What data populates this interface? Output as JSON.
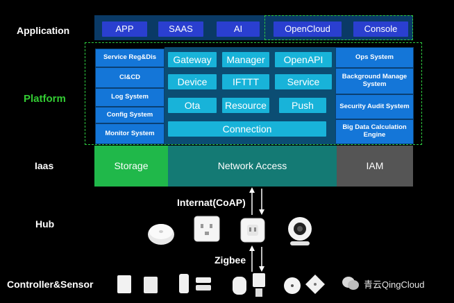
{
  "rows": {
    "application": "Application",
    "platform": "Platform",
    "iaas": "Iaas",
    "hub": "Hub",
    "controller": "Controller&Sensor"
  },
  "application": {
    "items": [
      "APP",
      "SAAS",
      "AI",
      "OpenCloud",
      "Console"
    ]
  },
  "platform": {
    "left": [
      "Service Reg&Dis",
      "Cl&CD",
      "Log System",
      "Config System",
      "Monitor System"
    ],
    "center": [
      [
        "Gateway",
        "Manager",
        "OpenAPI"
      ],
      [
        "Device",
        "IFTTT",
        "Service"
      ],
      [
        "Ota",
        "Resource",
        "Push"
      ]
    ],
    "connection": "Connection",
    "right": [
      "Ops System",
      "Background Manage System",
      "Security Audit System",
      "Big Data Calculation Engine"
    ]
  },
  "iaas": {
    "storage": "Storage",
    "network": "Network Access",
    "iam": "IAM"
  },
  "protocols": {
    "upper": "Internat(CoAP)",
    "lower": "Zigbee"
  },
  "watermark": "青云QingCloud",
  "colors": {
    "app_chip": "#2a3fd0",
    "side_chip": "#1476d8",
    "center_chip": "#18b3d9",
    "storage": "#20b84a",
    "network": "#147a74",
    "iam": "#555555",
    "dashed": "#2ecc40",
    "platform_label": "#33cc33"
  },
  "devices": {
    "hub": [
      "round-hub-icon",
      "wall-switch-icon",
      "smart-plug-icon",
      "camera-icon"
    ],
    "sensors": [
      "switch-icon",
      "switch-icon",
      "door-sensor-icon",
      "door-sensor-icon",
      "cylinder-sensor-icon",
      "plug-module-icon",
      "button-icon",
      "motion-sensor-icon"
    ]
  }
}
